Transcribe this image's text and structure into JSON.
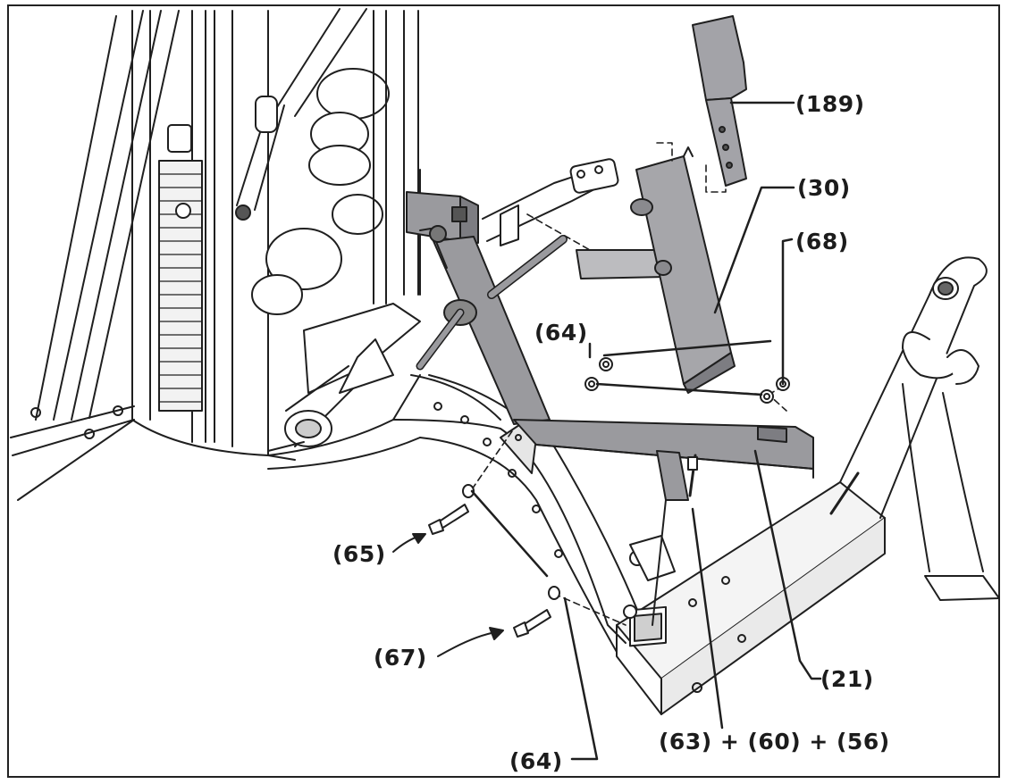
{
  "diagram": {
    "callouts": {
      "c189": "(189)",
      "c30": "(30)",
      "c68": "(68)",
      "c64_top": "(64)",
      "c65": "(65)",
      "c67": "(67)",
      "c21": "(21)",
      "c64_bottom": "(64)",
      "c63_60_56": "(63) + (60) + (56)"
    },
    "colors": {
      "line": "#1f1f1f",
      "part_fill": "#9a9a9e",
      "part_fill_light": "#b7b7bb",
      "frame_fill": "#f4f4f4"
    }
  }
}
